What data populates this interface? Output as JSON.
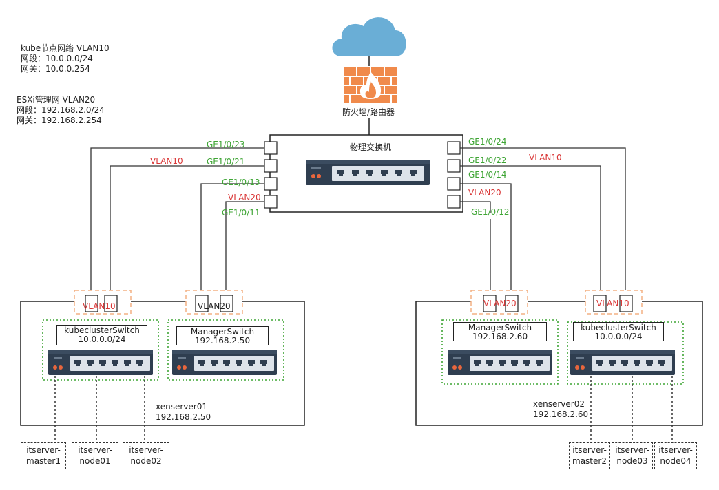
{
  "notes": {
    "kube": [
      "kube节点网络 VLAN10",
      "网段：10.0.0.0/24",
      "网关：10.0.0.254"
    ],
    "esxi": [
      "ESXi管理网   VLAN20",
      "网段：192.168.2.0/24",
      "网关：192.168.2.254"
    ]
  },
  "firewall_label": "防火墙/路由器",
  "core_switch_label": "物理交换机",
  "ports_left": [
    "GE1/0/23",
    "GE1/0/21",
    "GE1/0/13",
    "GE1/0/11"
  ],
  "ports_right": [
    "GE1/0/24",
    "GE1/0/22",
    "GE1/0/14",
    "GE1/0/12"
  ],
  "vlan_tags": {
    "core_left_1": "VLAN10",
    "core_left_2": "VLAN20",
    "core_right_1": "VLAN10",
    "core_right_2": "VLAN20"
  },
  "host_left": {
    "name": "xenserver01",
    "ip": "192.168.2.50",
    "vlan_a": "VLAN10",
    "vlan_b": "VLAN20",
    "switch_a": {
      "name": "kubeclusterSwitch",
      "net": "10.0.0.0/24"
    },
    "switch_b": {
      "name": "ManagerSwitch",
      "net": "192.168.2.50"
    }
  },
  "host_right": {
    "name": "xenserver02",
    "ip": "192.168.2.60",
    "vlan_a": "VLAN20",
    "vlan_b": "VLAN10",
    "switch_a": {
      "name": "ManagerSwitch",
      "net": "192.168.2.60"
    },
    "switch_b": {
      "name": "kubeclusterSwitch",
      "net": "10.0.0.0/24"
    }
  },
  "servers_left": [
    {
      "line1": "itserver-",
      "line2": "master1"
    },
    {
      "line1": "itserver-",
      "line2": "node01"
    },
    {
      "line1": "itserver-",
      "line2": "node02"
    }
  ],
  "servers_right": [
    {
      "line1": "itserver-",
      "line2": "master2"
    },
    {
      "line1": "itserver-",
      "line2": "node03"
    },
    {
      "line1": "itserver-",
      "line2": "node04"
    }
  ],
  "colors": {
    "port_label": "#3fa535",
    "vlan_label": "#d93636",
    "cloud": "#6aaed6",
    "firewall": "#f08a4b",
    "switch_body": "#2f3e50"
  }
}
